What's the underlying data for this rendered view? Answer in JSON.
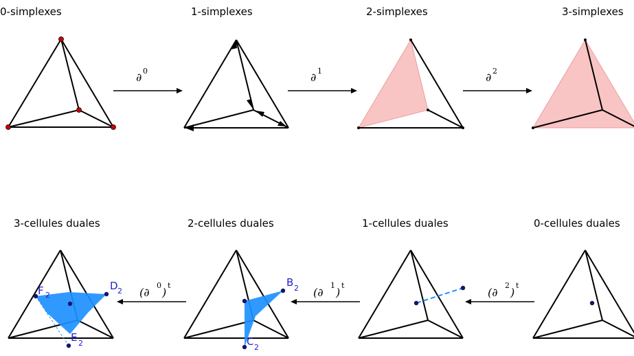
{
  "titles": {
    "simplex0": "0-simplexes",
    "simplex1": "1-simplexes",
    "simplex2": "2-simplexes",
    "simplex3": "3-simplexes",
    "dual3": "3-cellules duales",
    "dual2": "2-cellules duales",
    "dual1": "1-cellules duales",
    "dual0": "0-cellules duales"
  },
  "operators": {
    "d0": {
      "symbol": "∂",
      "sup": "0"
    },
    "d1": {
      "symbol": "∂",
      "sup": "1"
    },
    "d2": {
      "symbol": "∂",
      "sup": "2"
    },
    "d0t": {
      "open": "(∂",
      "sup": "0",
      "close": ")",
      "t": "t"
    },
    "d1t": {
      "open": "(∂",
      "sup": "1",
      "close": ")",
      "t": "t"
    },
    "d2t": {
      "open": "(∂",
      "sup": "2",
      "close": ")",
      "t": "t"
    }
  },
  "vertex_labels": {
    "F": {
      "letter": "F",
      "sub": "2"
    },
    "D": {
      "letter": "D",
      "sub": "2"
    },
    "E": {
      "letter": "E",
      "sub": "2"
    },
    "B": {
      "letter": "B",
      "sub": "2"
    },
    "C": {
      "letter": "C",
      "sub": "2"
    }
  },
  "colors": {
    "simplex_point": "#cc0000",
    "simplex_fill": "#f9c4c4",
    "dual_fill": "#1e90ff",
    "dual_point": "#14146e",
    "label": "#2222cc",
    "edge": "#000000"
  }
}
